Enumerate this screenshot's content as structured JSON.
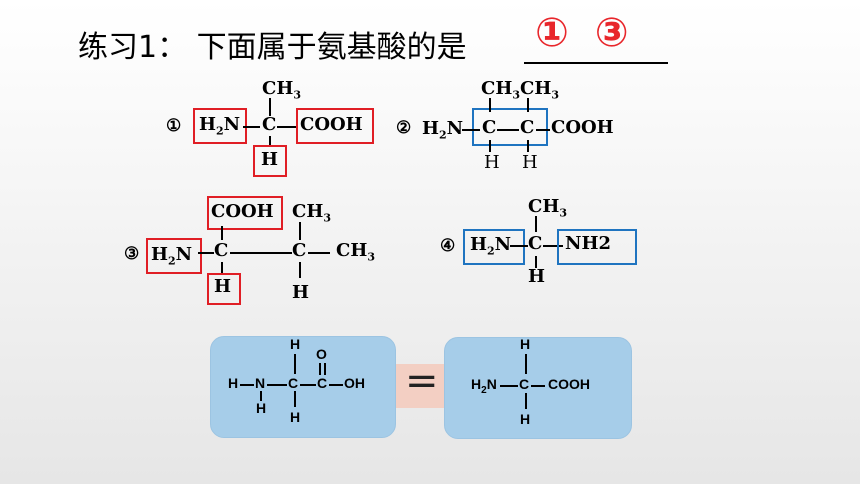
{
  "title": "练习1：  下面属于氨基酸的是",
  "answer": "① ③",
  "m1": {
    "num": "①",
    "top": "CH3",
    "left": "H2N",
    "c": "C",
    "right": "COOH",
    "bottom": "H"
  },
  "m2": {
    "num": "②",
    "top": "CH3CH3",
    "left": "H2N",
    "c1": "C",
    "c2": "C",
    "right": "COOH",
    "h1": "H",
    "h2": "H"
  },
  "m3": {
    "num": "③",
    "top": "COOH",
    "left": "H2N",
    "c1": "C",
    "c2": "C",
    "top2": "CH3",
    "right": "CH3",
    "bottom1": "H",
    "bottom2": "H"
  },
  "m4": {
    "num": "④",
    "top": "CH3",
    "left": "H2N",
    "c": "C",
    "right": "NH2",
    "bottom": "H"
  },
  "glycine_full": {
    "h_top": "H",
    "o": "O",
    "h_left": "H",
    "n": "N",
    "c1": "C",
    "c2": "C",
    "oh": "OH",
    "h_n": "H",
    "h_c": "H"
  },
  "equals": "=",
  "glycine_cond": {
    "h_top": "H",
    "left": "H2N",
    "c": "C",
    "right": "COOH",
    "h_bottom": "H"
  }
}
